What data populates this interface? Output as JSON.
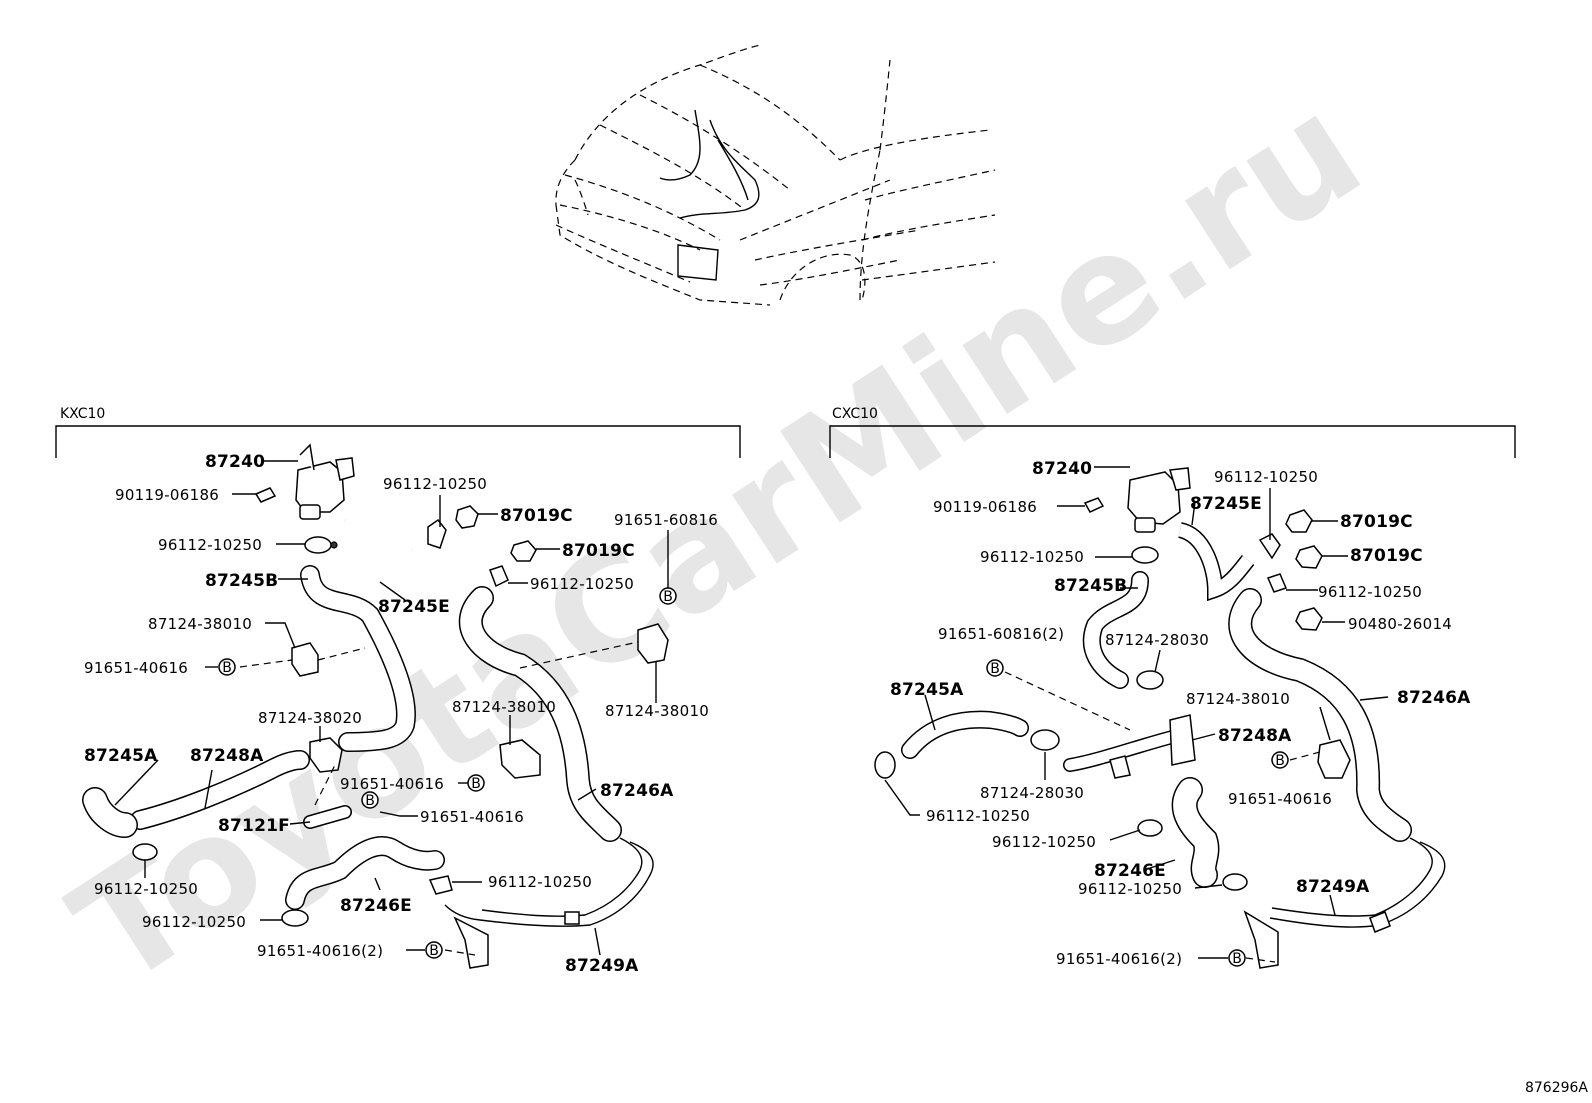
{
  "watermark": "ToyotaCarMine.ru",
  "figure_code": "876296A",
  "left": {
    "section": "KXC10",
    "labels": [
      {
        "t": "87240",
        "b": true
      },
      {
        "t": "90119-06186",
        "b": false
      },
      {
        "t": "96112-10250",
        "b": false
      },
      {
        "t": "87019C",
        "b": true
      },
      {
        "t": "96112-10250",
        "b": false
      },
      {
        "t": "87019C",
        "b": true
      },
      {
        "t": "91651-60816",
        "b": false
      },
      {
        "t": "96112-10250",
        "b": false
      },
      {
        "t": "87245B",
        "b": true
      },
      {
        "t": "87245E",
        "b": true
      },
      {
        "t": "87124-38010",
        "b": false
      },
      {
        "t": "91651-40616",
        "b": false
      },
      {
        "t": "87124-38010",
        "b": false
      },
      {
        "t": "87124-38020",
        "b": false
      },
      {
        "t": "87124-38010",
        "b": false
      },
      {
        "t": "87245A",
        "b": true
      },
      {
        "t": "87248A",
        "b": true
      },
      {
        "t": "91651-40616",
        "b": false
      },
      {
        "t": "87246A",
        "b": true
      },
      {
        "t": "87121F",
        "b": true
      },
      {
        "t": "91651-40616",
        "b": false
      },
      {
        "t": "96112-10250",
        "b": false
      },
      {
        "t": "96112-10250",
        "b": false
      },
      {
        "t": "87246E",
        "b": true
      },
      {
        "t": "96112-10250",
        "b": false
      },
      {
        "t": "91651-40616(2)",
        "b": false
      },
      {
        "t": "87249A",
        "b": true
      }
    ]
  },
  "right": {
    "section": "CXC10",
    "labels": [
      {
        "t": "87240",
        "b": true
      },
      {
        "t": "96112-10250",
        "b": false
      },
      {
        "t": "90119-06186",
        "b": false
      },
      {
        "t": "87245E",
        "b": true
      },
      {
        "t": "87019C",
        "b": true
      },
      {
        "t": "96112-10250",
        "b": false
      },
      {
        "t": "87019C",
        "b": true
      },
      {
        "t": "87245B",
        "b": true
      },
      {
        "t": "96112-10250",
        "b": false
      },
      {
        "t": "91651-60816(2)",
        "b": false
      },
      {
        "t": "87124-28030",
        "b": false
      },
      {
        "t": "90480-26014",
        "b": false
      },
      {
        "t": "87245A",
        "b": true
      },
      {
        "t": "87124-38010",
        "b": false
      },
      {
        "t": "87246A",
        "b": true
      },
      {
        "t": "87248A",
        "b": true
      },
      {
        "t": "87124-28030",
        "b": false
      },
      {
        "t": "91651-40616",
        "b": false
      },
      {
        "t": "96112-10250",
        "b": false
      },
      {
        "t": "96112-10250",
        "b": false
      },
      {
        "t": "87246E",
        "b": true
      },
      {
        "t": "96112-10250",
        "b": false
      },
      {
        "t": "87249A",
        "b": true
      },
      {
        "t": "91651-40616(2)",
        "b": false
      }
    ]
  },
  "bolt_marker": "B"
}
